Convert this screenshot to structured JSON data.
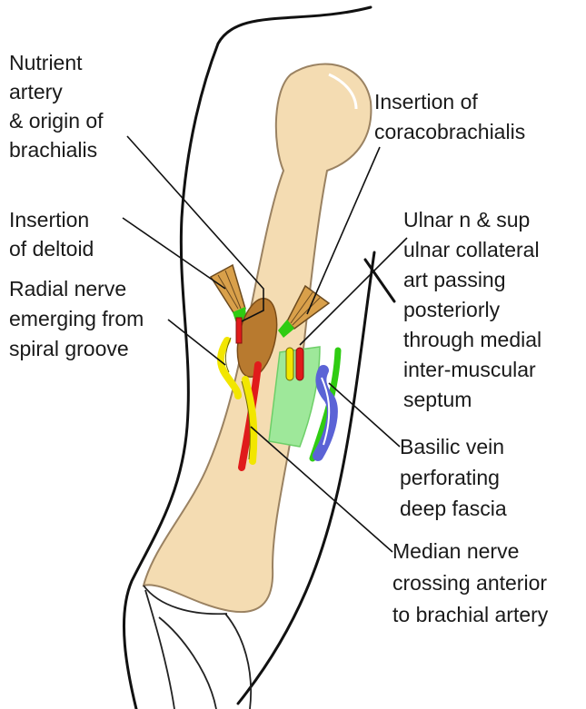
{
  "labels": {
    "nutrient": [
      "Nutrient",
      "artery",
      "& origin of",
      "brachialis"
    ],
    "coraco": [
      "Insertion of",
      "coracobrachialis"
    ],
    "deltoid": [
      "Insertion",
      "of deltoid"
    ],
    "ulnar": [
      "Ulnar n & sup",
      "ulnar collateral",
      "art passing",
      "posteriorly",
      "through medial",
      "inter-muscular",
      "septum"
    ],
    "radial": [
      "Radial nerve",
      "emerging from",
      "spiral groove"
    ],
    "basilic": [
      "Basilic vein",
      "perforating",
      "deep fascia"
    ],
    "median": [
      "Median nerve",
      "crossing anterior",
      "to brachial artery"
    ]
  },
  "colors": {
    "bone": "#f4dcb2",
    "bone_outline": "#9a8262",
    "muscle_attachment": "#b87a2f",
    "tendon": "#d9a04a",
    "nerve": "#f2e600",
    "artery": "#e01b1b",
    "vein": "#5b63d6",
    "green_vessel": "#2fcc12",
    "septum": "#9ee89a"
  }
}
